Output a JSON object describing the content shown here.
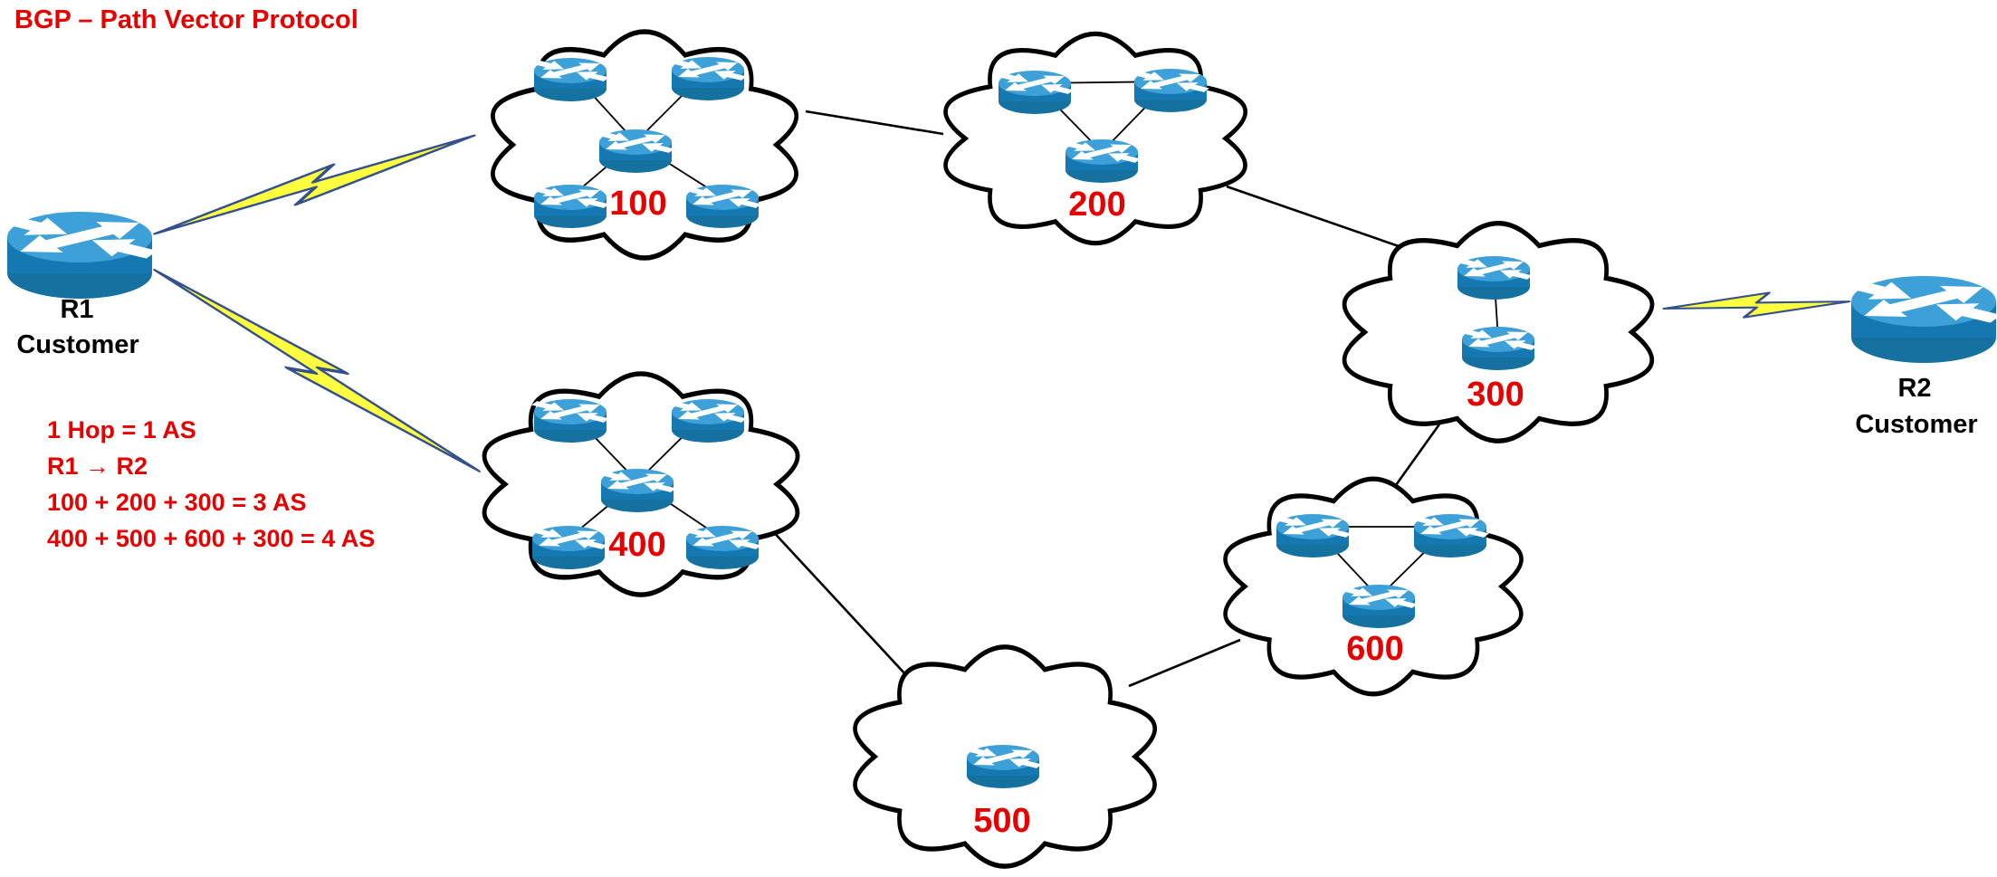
{
  "title": "BGP – Path Vector Protocol",
  "notes": {
    "line1": "1 Hop = 1 AS",
    "line2": "R1 → R2",
    "line3": "100 + 200 + 300 = 3 AS",
    "line4": "400 + 500 + 600 + 300 = 4 AS"
  },
  "r1": {
    "name": "R1",
    "role": "Customer"
  },
  "r2": {
    "name": "R2",
    "role": "Customer"
  },
  "as_clouds": [
    {
      "label": "100",
      "router_count": 5,
      "topology": "hub-and-spoke star"
    },
    {
      "label": "200",
      "router_count": 3,
      "topology": "triangle"
    },
    {
      "label": "300",
      "router_count": 2,
      "topology": "pair"
    },
    {
      "label": "400",
      "router_count": 5,
      "topology": "hub-and-spoke star"
    },
    {
      "label": "500",
      "router_count": 1,
      "topology": "single router"
    },
    {
      "label": "600",
      "router_count": 3,
      "topology": "triangle"
    }
  ],
  "links": [
    {
      "from": "R1",
      "to": "AS 100",
      "style": "lightning"
    },
    {
      "from": "R1",
      "to": "AS 400",
      "style": "lightning"
    },
    {
      "from": "AS 100",
      "to": "AS 200",
      "style": "line"
    },
    {
      "from": "AS 200",
      "to": "AS 300",
      "style": "line"
    },
    {
      "from": "AS 300",
      "to": "R2",
      "style": "lightning"
    },
    {
      "from": "AS 300",
      "to": "AS 600",
      "style": "line"
    },
    {
      "from": "AS 400",
      "to": "AS 500",
      "style": "line"
    },
    {
      "from": "AS 500",
      "to": "AS 600",
      "style": "line"
    }
  ],
  "colors": {
    "annotation_red": "#E60000",
    "router_top": "#3DA0D8",
    "router_body": "#1678B0",
    "bolt_fill": "#FFFF40",
    "bolt_stroke": "#33508C",
    "cloud_stroke": "#000000"
  }
}
